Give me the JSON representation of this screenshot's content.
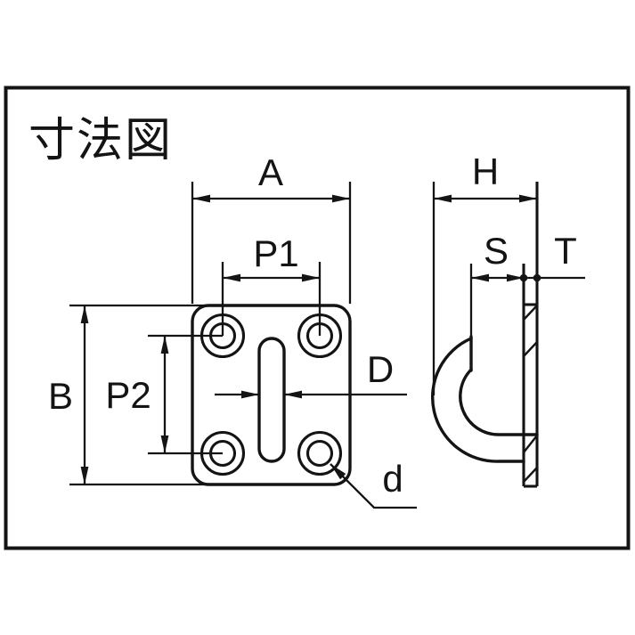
{
  "title": "寸法図",
  "front_view": {
    "labels": {
      "overall_width": "A",
      "hole_pitch_horizontal": "P1",
      "hole_pitch_vertical": "P2",
      "overall_height": "B",
      "slot_width": "D",
      "hole_diameter": "d"
    }
  },
  "side_view": {
    "labels": {
      "overall_depth": "H",
      "eye_inside_depth": "S",
      "plate_thickness": "T"
    }
  },
  "colors": {
    "line": "#141414",
    "background": "#ffffff"
  }
}
